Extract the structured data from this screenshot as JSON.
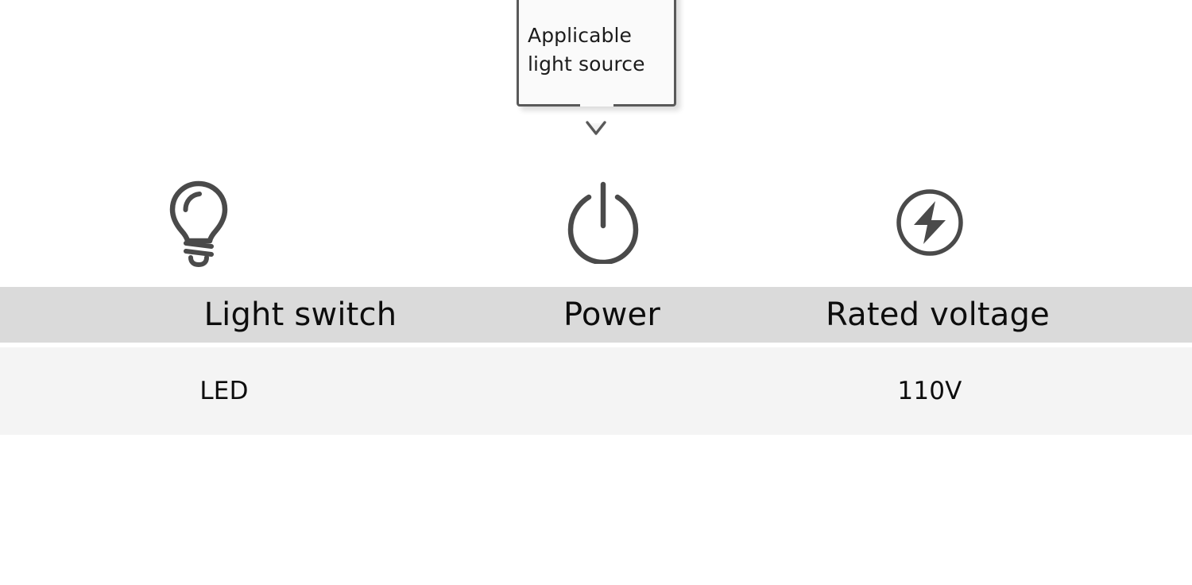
{
  "tooltip": {
    "text": "Applicable\nlight source",
    "border_color": "#595959",
    "background_color": "#fafafa",
    "arrow_icon": "chevron-down-icon"
  },
  "icons": [
    {
      "name": "light-bulb-icon",
      "column": "Light switch"
    },
    {
      "name": "power-icon",
      "column": "Power"
    },
    {
      "name": "lightning-bolt-circle-icon",
      "column": "Rated voltage"
    }
  ],
  "table": {
    "header_background": "#dadada",
    "row_background": "#f4f4f4",
    "headers": [
      "Light switch",
      "Power",
      "Rated voltage"
    ],
    "rows": [
      [
        "LED",
        "",
        "110V"
      ]
    ]
  }
}
